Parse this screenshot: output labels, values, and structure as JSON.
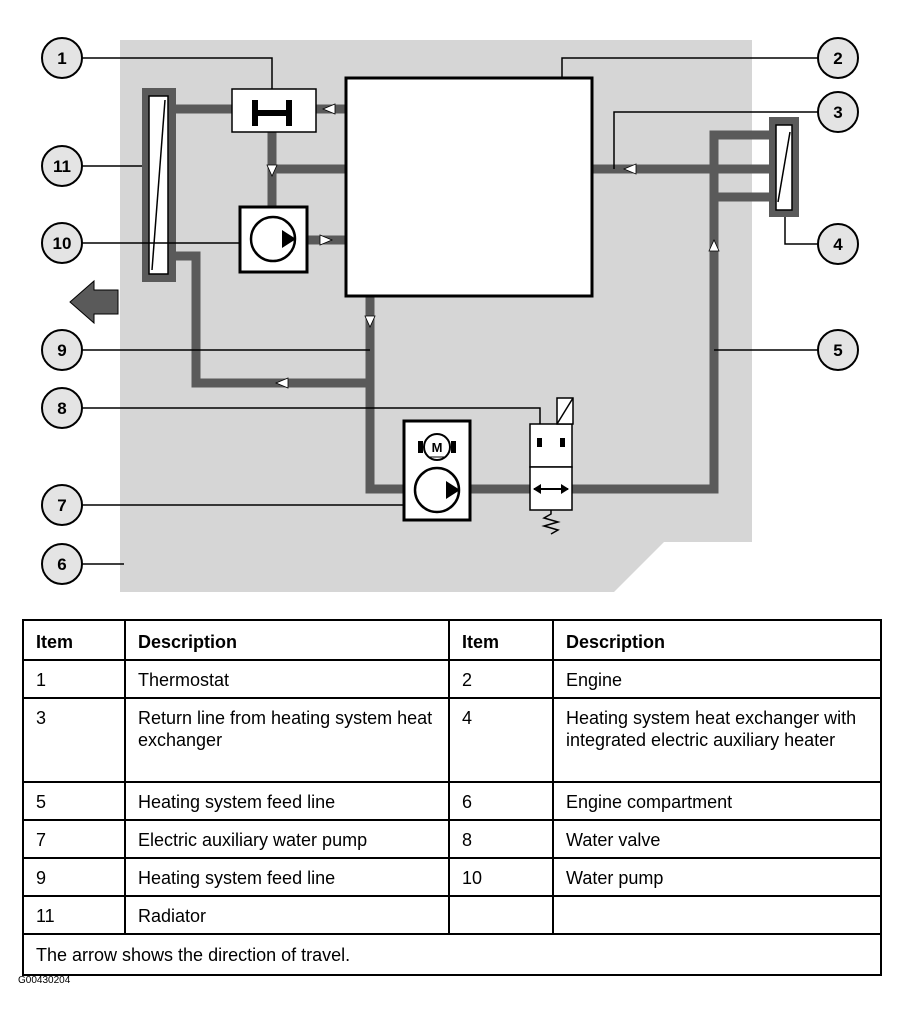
{
  "callouts": [
    "1",
    "2",
    "3",
    "4",
    "5",
    "6",
    "7",
    "8",
    "9",
    "10",
    "11"
  ],
  "motor_label": "M",
  "table": {
    "headers": [
      "Item",
      "Description",
      "Item",
      "Description"
    ],
    "rows": [
      [
        "1",
        "Thermostat",
        "2",
        "Engine"
      ],
      [
        "3",
        "Return line from heating system heat exchanger",
        "4",
        "Heating system heat exchanger with integrated electric auxiliary heater"
      ],
      [
        "5",
        "Heating system feed line",
        "6",
        "Engine compartment"
      ],
      [
        "7",
        "Electric auxiliary water pump",
        "8",
        "Water valve"
      ],
      [
        "9",
        "Heating system feed line",
        "10",
        "Water pump"
      ],
      [
        "11",
        "Radiator",
        "",
        ""
      ]
    ],
    "note": "The arrow shows the direction of travel."
  },
  "figure_id": "G00430204",
  "colors": {
    "compartment": "#d6d6d6",
    "pipe": "#5a5a5a",
    "outline": "#000000"
  }
}
